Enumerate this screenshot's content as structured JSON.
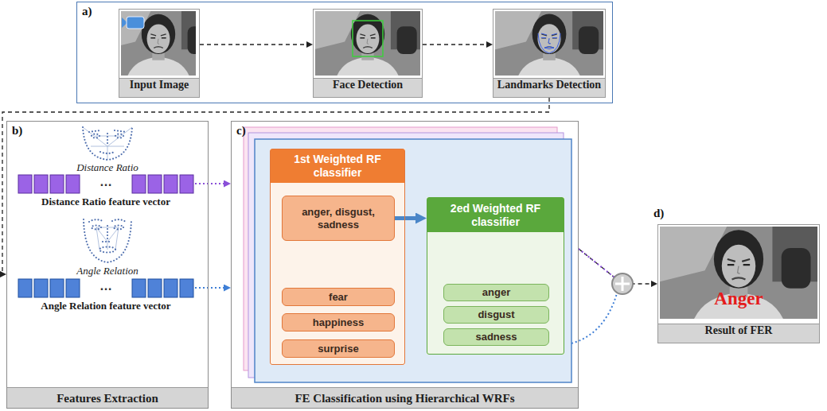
{
  "diagram": {
    "nodes": [
      {
        "text": [
          "a)"
        ]
      },
      {
        "text": [
          "Input Image"
        ],
        "in": 0
      },
      {
        "text": [
          "Face Detection"
        ],
        "in": 0
      },
      {
        "text": [
          "Landmarks Detection"
        ],
        "in": 0
      },
      {
        "text": [
          "b)",
          "Features Extraction"
        ]
      },
      {
        "text": [
          "…",
          "Distance Ratio feature vector"
        ],
        "in": 4
      },
      {
        "text": [
          "…",
          "Angle Relation feature vector"
        ],
        "in": 4
      },
      {
        "text": [
          "c)",
          "FE Classification using Hierarchical WRFs"
        ]
      },
      {
        "text": [
          "1st Weighted RF classifier"
        ],
        "in": 7
      },
      {
        "text": [
          "anger, disgust, sadness"
        ],
        "in": 8
      },
      {
        "text": [
          "fear"
        ],
        "in": 8
      },
      {
        "text": [
          "happiness"
        ],
        "in": 8
      },
      {
        "text": [
          "surprise"
        ],
        "in": 8
      },
      {
        "text": [
          "2ed Weighted RF classifier"
        ],
        "in": 7
      },
      {
        "text": [
          "anger"
        ],
        "in": 13
      },
      {
        "text": [
          "disgust"
        ],
        "in": 13
      },
      {
        "text": [
          "sadness"
        ],
        "in": 13
      },
      {
        "text": [
          "d)",
          "Anger",
          "Result of FER"
        ]
      }
    ],
    "edges": [
      {
        "from": 1,
        "to": 2,
        "arrow": "to"
      },
      {
        "from": 2,
        "to": 3,
        "arrow": "to"
      },
      {
        "from": 3,
        "to": 4,
        "arrow": "to"
      },
      {
        "from": 5,
        "to": 7,
        "arrow": "to"
      },
      {
        "from": 6,
        "to": 7,
        "arrow": "to"
      },
      {
        "from": 9,
        "to": 13,
        "arrow": "to"
      },
      {
        "from": 7,
        "to": 17,
        "arrow": "to"
      }
    ],
    "labels": [
      "Distance Ratio",
      "Angle Relation"
    ]
  }
}
